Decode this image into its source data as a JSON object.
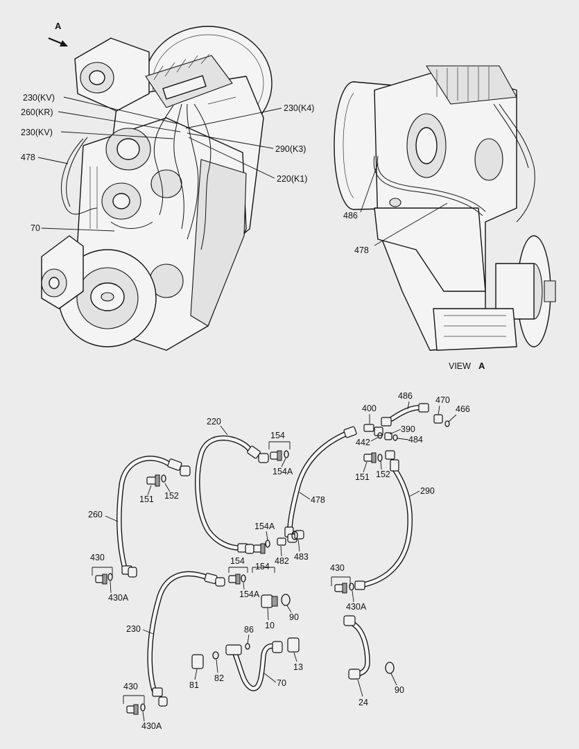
{
  "view_arrow": {
    "letter": "A"
  },
  "view_caption": {
    "prefix": "VIEW",
    "letter": "A"
  },
  "top_left_callouts": [
    {
      "id": "c-230kv-a",
      "text": "230(KV)"
    },
    {
      "id": "c-260kr",
      "text": "260(KR)"
    },
    {
      "id": "c-230kv-b",
      "text": "230(KV)"
    },
    {
      "id": "c-478",
      "text": "478"
    },
    {
      "id": "c-70",
      "text": "70"
    },
    {
      "id": "c-230k4",
      "text": "230(K4)"
    },
    {
      "id": "c-290k3",
      "text": "290(K3)"
    },
    {
      "id": "c-220k1",
      "text": "220(K1)"
    }
  ],
  "top_right_callouts": [
    {
      "id": "c-486",
      "text": "486"
    },
    {
      "id": "c-478r",
      "text": "478"
    }
  ],
  "parts": [
    "220",
    "154",
    "154A",
    "260",
    "151",
    "152",
    "154A",
    "154",
    "482",
    "483",
    "478",
    "430",
    "430A",
    "154",
    "154A",
    "10",
    "90",
    "230",
    "86",
    "82",
    "81",
    "70",
    "13",
    "430",
    "430A",
    "486",
    "400",
    "470",
    "466",
    "390",
    "442",
    "484",
    "151",
    "152",
    "290",
    "430",
    "430A",
    "24",
    "90"
  ]
}
